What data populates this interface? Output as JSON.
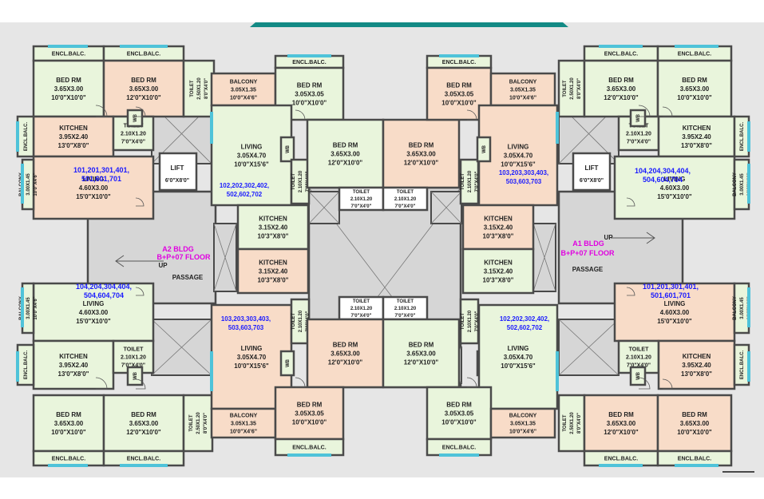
{
  "colors": {
    "background": "#e6e6e6",
    "room_green": "#e9f5dc",
    "room_peach": "#f8dcc8",
    "wall": "#4a4a4a",
    "window": "#4fc3d9",
    "accent_bar": "#138a85",
    "unit_numbers": "#1a1aff",
    "building_label": "#e000e0"
  },
  "buildings": {
    "a2": {
      "name": "A2 BLDG",
      "floors": "B+P+07 FLOOR",
      "passage": "PASSAGE",
      "up": "UP"
    },
    "a1": {
      "name": "A1 BLDG",
      "floors": "B+P+07 FLOOR",
      "passage": "PASSAGE",
      "up": "UP"
    }
  },
  "lifts": {
    "left": {
      "label": "LIFT",
      "size": "6'0\"X8'0\""
    },
    "right": {
      "label": "LIFT",
      "size": "6'0\"X8'0\""
    }
  },
  "unit_labels": {
    "tl": [
      "101,201,301,401,",
      "501,601,701"
    ],
    "tc": [
      "102,202,302,402,",
      "502,602,702"
    ],
    "tcr": [
      "103,203,303,403,",
      "503,603,703"
    ],
    "tr": [
      "104,204,304,404,",
      "504,604,704"
    ],
    "bl": [
      "104,204,304,404,",
      "504,604,704"
    ],
    "bc": [
      "103,203,303,403,",
      "503,603,703"
    ],
    "bcr": [
      "102,202,302,402,",
      "502,602,702"
    ],
    "br": [
      "101,201,301,401,",
      "501,601,701"
    ]
  },
  "rooms": {
    "encl_balc": "ENCL.BALC.",
    "bed_rm": "BED RM",
    "bed_small_dim": "3.65X3.00",
    "bed_small_ft_a": "10'0\"X10'0\"",
    "bed_small_ft_b": "12'0\"X10'0\"",
    "bed_305": "3.05X3.05",
    "bed_305_ft": "10'0\"X10'0\"",
    "kitchen": "KITCHEN",
    "kitchen_dim": "3.95X2.40",
    "kitchen_ft": "13'0\"X8'0\"",
    "kitchen_c_dim": "3.15X2.40",
    "kitchen_c_ft": "10'3\"X8'0\"",
    "toilet": "TOILET",
    "toilet_dim": "2.10X1.20",
    "toilet_ft": "7'0\"X4'0\"",
    "toilet_v_dim": "2.10X1.20",
    "toilet_v_ft": "7'0\"X4'0\"",
    "toilet_small_dim": "2.50X1.20",
    "toilet_small_ft": "8'0\"X4'0\"",
    "wb": "WB",
    "living": "LIVING",
    "living_dim": "4.60X3.00",
    "living_ft": "15'0\"X10'0\"",
    "living_c_dim": "3.05X4.70",
    "living_c_ft": "10'0\"X15'6\"",
    "balcony": "BALCONY",
    "balcony_dim": "3.05X1.35",
    "balcony_ft": "10'0\"X4'6\"",
    "balcony_v_dim": "3.00X1.45",
    "balcony_v_ft": "10'0\"X4'6\""
  }
}
